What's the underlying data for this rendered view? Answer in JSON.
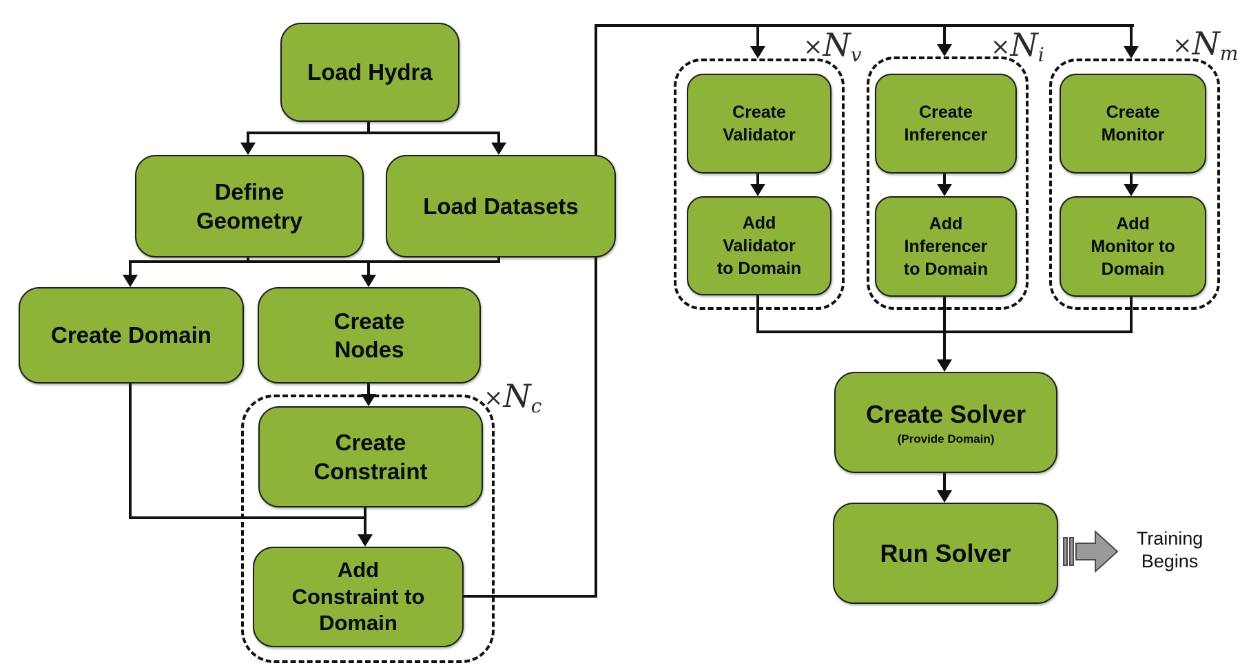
{
  "diagram": {
    "colors": {
      "node_fill": "#8DB339",
      "node_border": "#1f1f1f",
      "line_color": "#111111",
      "block_arrow_fill": "#9a9a9a",
      "block_arrow_border": "#4a4a4a"
    },
    "nodes": {
      "load_hydra": "Load Hydra",
      "define_geometry": "Define\nGeometry",
      "load_datasets": "Load Datasets",
      "create_domain": "Create Domain",
      "create_nodes": "Create\nNodes",
      "create_constraint": "Create\nConstraint",
      "add_constraint": "Add\nConstraint to\nDomain",
      "create_validator": "Create\nValidator",
      "add_validator": "Add\nValidator\nto Domain",
      "create_inferencer": "Create\nInferencer",
      "add_inferencer": "Add\nInferencer\nto Domain",
      "create_monitor": "Create\nMonitor",
      "add_monitor": "Add\nMonitor to\nDomain",
      "create_solver": "Create Solver",
      "create_solver_sub": "(Provide Domain)",
      "run_solver": "Run Solver"
    },
    "loops": {
      "constraint": {
        "times": "×",
        "var": "N",
        "sub": "c"
      },
      "validator": {
        "times": "×",
        "var": "N",
        "sub": "v"
      },
      "inferencer": {
        "times": "×",
        "var": "N",
        "sub": "i"
      },
      "monitor": {
        "times": "×",
        "var": "N",
        "sub": "m"
      }
    },
    "annotations": {
      "training_begins": "Training\nBegins"
    }
  }
}
